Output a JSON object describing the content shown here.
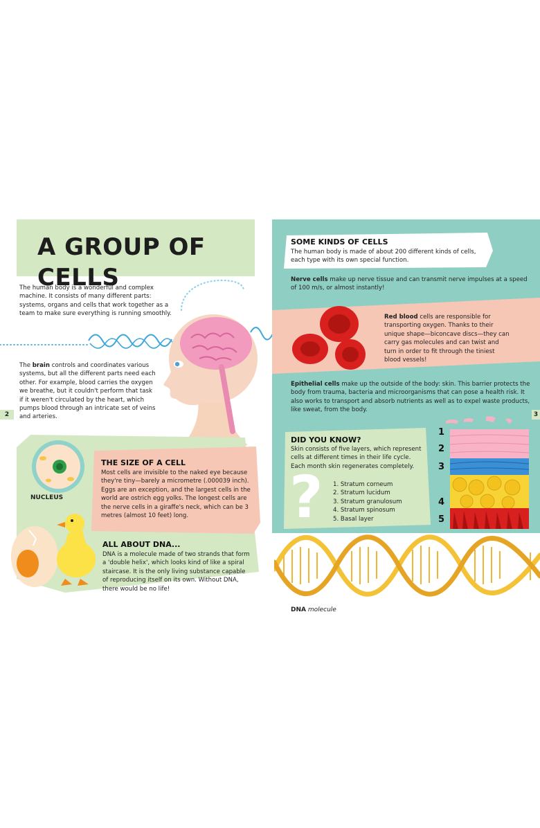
{
  "left_page": {
    "title": "A GROUP OF CELLS",
    "intro": "The human body is a wonderful and complex machine. It consists of many different parts: systems, organs and cells that work together as a team to make sure everything is running smoothly.",
    "brain_bold": "brain",
    "brain_pre": "The ",
    "brain_text": " controls and coordinates various systems, but all the different parts need each other. For example, blood carries the oxygen we breathe, but it couldn't perform that task if it weren't circulated by the heart, which pumps blood through an intricate set of veins and arteries.",
    "page_number": "2",
    "nucleus_label": "NUCLEUS",
    "size_title": "THE SIZE OF A CELL",
    "size_text": "Most cells are invisible to the naked eye because they're tiny—barely a micrometre (.000039 inch). Eggs are an exception, and the largest cells in the world are ostrich egg yolks. The longest cells are the nerve cells in a giraffe's neck, which can be 3 metres (almost 10 feet) long.",
    "dna_title": "ALL ABOUT DNA...",
    "dna_text": "DNA is a molecule made of two strands that form a 'double helix', which looks kind of like a spiral staircase. It is the only living substance capable of reproducing itself on its own. Without DNA, there would be no life!"
  },
  "right_page": {
    "kinds_title": "SOME KINDS OF CELLS",
    "kinds_text": "The human body is made of about 200 different kinds of cells, each type with its own special function.",
    "nerve_bold": "Nerve cells",
    "nerve_text": " make up nerve tissue and can transmit nerve impulses at a speed of 100 m/s, or almost instantly!",
    "red_bold": "Red blood",
    "red_text": " cells are responsible for transporting oxygen. Thanks to their unique shape—biconcave discs—they can carry gas molecules and can twist and turn in order to fit through the tiniest blood vessels!",
    "epi_bold": "Epithelial cells",
    "epi_text": " make up the outside of the body: skin. This barrier protects the body from trauma, bacteria and microorganisms that can pose a health risk. It also works to transport and absorb nutrients as well as to expel waste products, like sweat, from the body.",
    "page_number": "3",
    "dyk_title": "DID YOU KNOW?",
    "dyk_text": "Skin consists of five layers, which represent cells at different times in their life cycle. Each month skin regenerates completely.",
    "layers": [
      "1. Stratum corneum",
      "2. Stratum lucidum",
      "3. Stratum granulosum",
      "4. Stratum spinosum",
      "5. Basal layer"
    ],
    "layer_numbers": [
      "1",
      "2",
      "3",
      "4",
      "5"
    ],
    "question_mark": "?",
    "dna_caption_bold": "DNA",
    "dna_caption_italic": "molecule"
  },
  "colors": {
    "green_panel": "#d5e8c4",
    "teal_bg": "#8fcfc3",
    "salmon": "#f7c7b5",
    "blood_red": "#d8211f",
    "dna_gold": "#f0b532"
  }
}
